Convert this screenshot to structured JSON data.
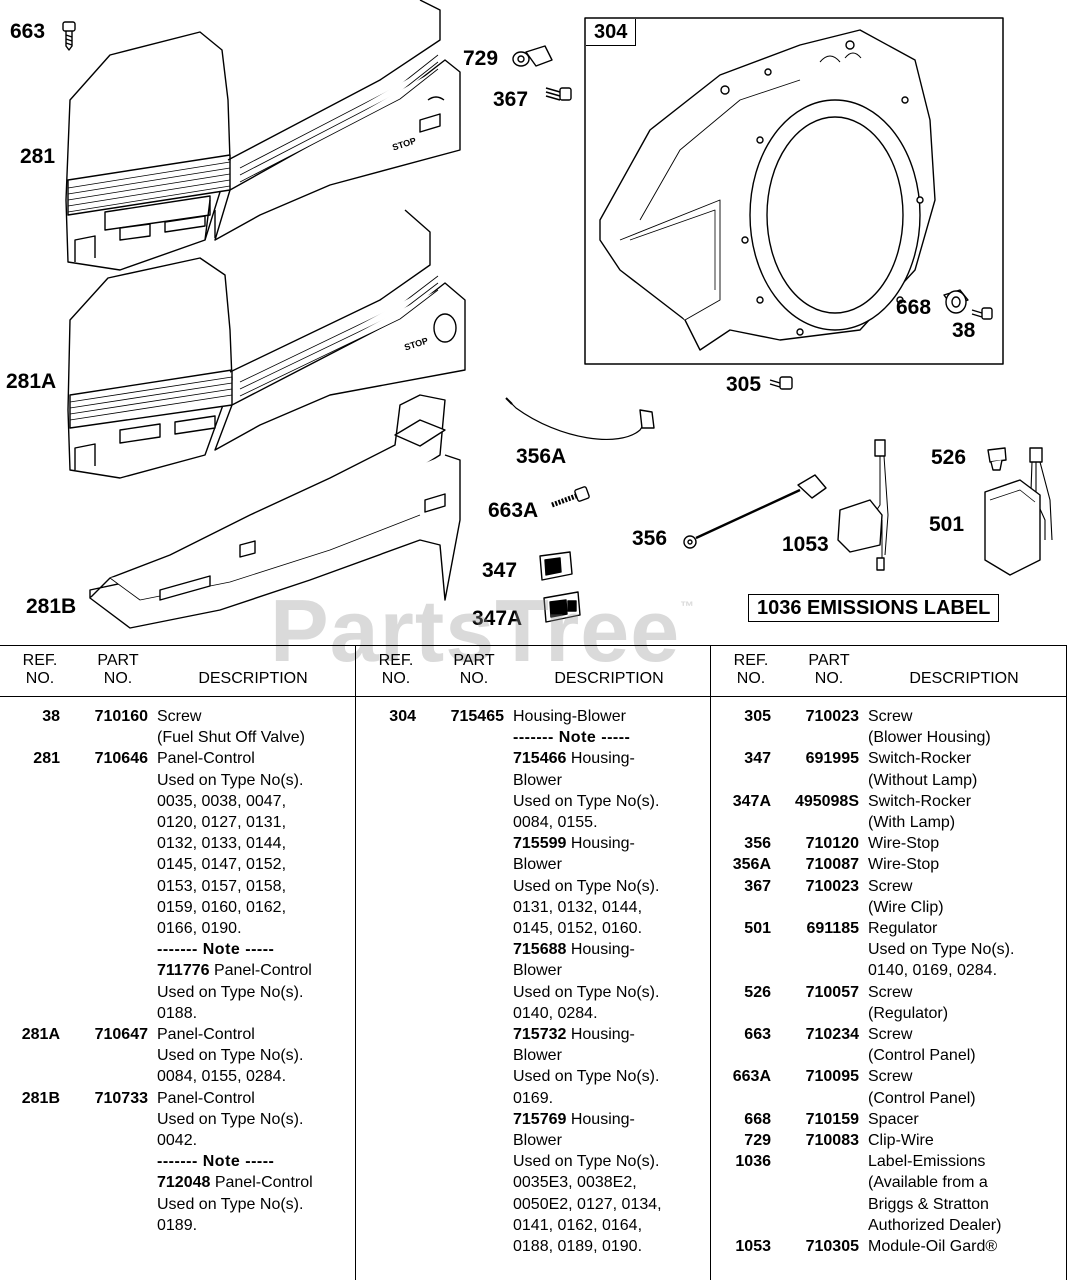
{
  "diagram": {
    "callouts": [
      {
        "id": "663",
        "label": "663"
      },
      {
        "id": "281",
        "label": "281"
      },
      {
        "id": "281A",
        "label": "281A"
      },
      {
        "id": "281B",
        "label": "281B"
      },
      {
        "id": "729",
        "label": "729"
      },
      {
        "id": "367",
        "label": "367"
      },
      {
        "id": "304",
        "label": "304"
      },
      {
        "id": "668",
        "label": "668"
      },
      {
        "id": "38",
        "label": "38"
      },
      {
        "id": "305",
        "label": "305"
      },
      {
        "id": "356A",
        "label": "356A"
      },
      {
        "id": "663A",
        "label": "663A"
      },
      {
        "id": "356",
        "label": "356"
      },
      {
        "id": "1053",
        "label": "1053"
      },
      {
        "id": "526",
        "label": "526"
      },
      {
        "id": "501",
        "label": "501"
      },
      {
        "id": "347",
        "label": "347"
      },
      {
        "id": "347A",
        "label": "347A"
      }
    ],
    "emissions_label": "1036 EMISSIONS LABEL",
    "panel_stop_text": "STOP",
    "watermark": "PartsTree",
    "watermark_tm": "™"
  },
  "table": {
    "header": {
      "ref": "REF.",
      "ref2": "NO.",
      "part": "PART",
      "part2": "NO.",
      "desc": "DESCRIPTION"
    },
    "columns": [
      [
        {
          "ref": "38",
          "part": "710160",
          "lines": [
            [
              "Screw"
            ],
            [
              "(Fuel Shut Off Valve)"
            ]
          ]
        },
        {
          "ref": "281",
          "part": "710646",
          "lines": [
            [
              "Panel-Control"
            ],
            [
              "Used on Type No(s)."
            ],
            [
              "0035, 0038, 0047,"
            ],
            [
              "0120, 0127, 0131,"
            ],
            [
              "0132, 0133, 0144,"
            ],
            [
              "0145, 0147, 0152,"
            ],
            [
              "0153, 0157, 0158,"
            ],
            [
              "0159, 0160, 0162,"
            ],
            [
              "0166, 0190."
            ],
            [
              "NOTE"
            ],
            [
              "711776",
              " Panel-Control"
            ],
            [
              "Used on Type No(s)."
            ],
            [
              "0188."
            ]
          ]
        },
        {
          "ref": "281A",
          "part": "710647",
          "lines": [
            [
              "Panel-Control"
            ],
            [
              "Used on Type No(s)."
            ],
            [
              "0084, 0155, 0284."
            ]
          ]
        },
        {
          "ref": "281B",
          "part": "710733",
          "lines": [
            [
              "Panel-Control"
            ],
            [
              "Used on Type No(s)."
            ],
            [
              "0042."
            ],
            [
              "NOTE"
            ],
            [
              "712048",
              " Panel-Control"
            ],
            [
              "Used on Type No(s)."
            ],
            [
              "0189."
            ]
          ]
        }
      ],
      [
        {
          "ref": "304",
          "part": "715465",
          "lines": [
            [
              "Housing-Blower"
            ],
            [
              "NOTE"
            ],
            [
              "715466",
              " Housing-"
            ],
            [
              "Blower"
            ],
            [
              "Used on Type No(s)."
            ],
            [
              "0084, 0155."
            ],
            [
              "715599",
              " Housing-"
            ],
            [
              "Blower"
            ],
            [
              "Used on Type No(s)."
            ],
            [
              "0131, 0132, 0144,"
            ],
            [
              "0145, 0152, 0160."
            ],
            [
              "715688",
              " Housing-"
            ],
            [
              "Blower"
            ],
            [
              "Used on Type No(s)."
            ],
            [
              "0140, 0284."
            ],
            [
              "715732",
              " Housing-"
            ],
            [
              "Blower"
            ],
            [
              "Used on Type No(s)."
            ],
            [
              "0169."
            ],
            [
              "715769",
              " Housing-"
            ],
            [
              "Blower"
            ],
            [
              "Used on Type No(s)."
            ],
            [
              "0035E3, 0038E2,"
            ],
            [
              "0050E2, 0127, 0134,"
            ],
            [
              "0141, 0162, 0164,"
            ],
            [
              "0188, 0189, 0190."
            ]
          ]
        }
      ],
      [
        {
          "ref": "305",
          "part": "710023",
          "lines": [
            [
              "Screw"
            ],
            [
              "(Blower Housing)"
            ]
          ]
        },
        {
          "ref": "347",
          "part": "691995",
          "lines": [
            [
              "Switch-Rocker"
            ],
            [
              "(Without Lamp)"
            ]
          ]
        },
        {
          "ref": "347A",
          "part": "495098S",
          "lines": [
            [
              "Switch-Rocker"
            ],
            [
              "(With Lamp)"
            ]
          ]
        },
        {
          "ref": "356",
          "part": "710120",
          "lines": [
            [
              "Wire-Stop"
            ]
          ]
        },
        {
          "ref": "356A",
          "part": "710087",
          "lines": [
            [
              "Wire-Stop"
            ]
          ]
        },
        {
          "ref": "367",
          "part": "710023",
          "lines": [
            [
              "Screw"
            ],
            [
              "(Wire Clip)"
            ]
          ]
        },
        {
          "ref": "501",
          "part": "691185",
          "lines": [
            [
              "Regulator"
            ],
            [
              "Used on Type No(s)."
            ],
            [
              "0140, 0169, 0284."
            ]
          ]
        },
        {
          "ref": "526",
          "part": "710057",
          "lines": [
            [
              "Screw"
            ],
            [
              "(Regulator)"
            ]
          ]
        },
        {
          "ref": "663",
          "part": "710234",
          "lines": [
            [
              "Screw"
            ],
            [
              "(Control Panel)"
            ]
          ]
        },
        {
          "ref": "663A",
          "part": "710095",
          "lines": [
            [
              "Screw"
            ],
            [
              "(Control Panel)"
            ]
          ]
        },
        {
          "ref": "668",
          "part": "710159",
          "lines": [
            [
              "Spacer"
            ]
          ]
        },
        {
          "ref": "729",
          "part": "710083",
          "lines": [
            [
              "Clip-Wire"
            ]
          ]
        },
        {
          "ref": "1036",
          "part": "",
          "lines": [
            [
              "Label-Emissions"
            ],
            [
              "(Available from a"
            ],
            [
              "Briggs & Stratton"
            ],
            [
              "Authorized Dealer)"
            ]
          ]
        },
        {
          "ref": "1053",
          "part": "710305",
          "lines": [
            [
              "Module-Oil Gard®"
            ]
          ]
        }
      ]
    ],
    "note_text": "------- Note -----"
  }
}
